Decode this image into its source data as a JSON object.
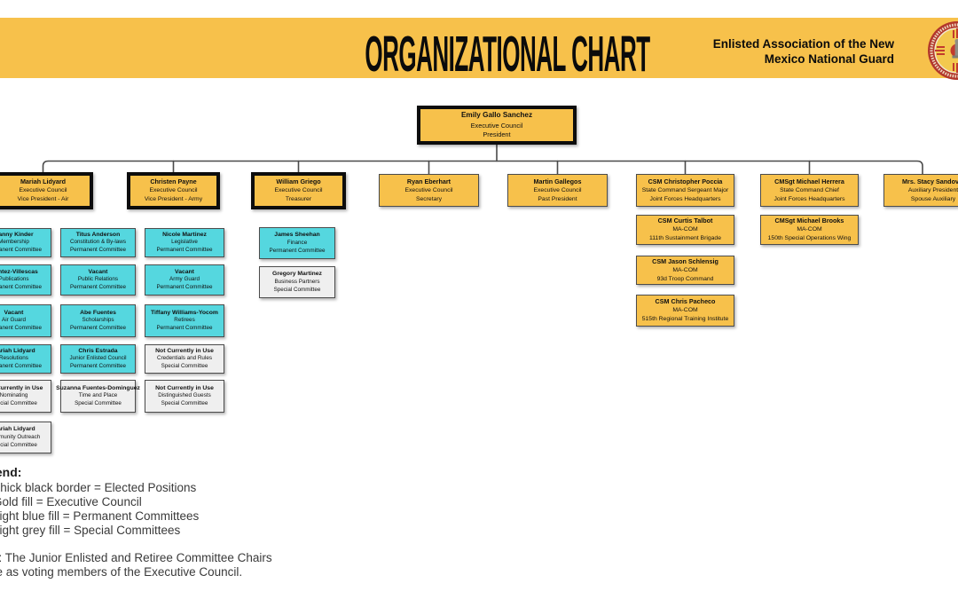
{
  "header": {
    "title": "ORGANIZATIONAL CHART",
    "org_name_line1": "Enlisted Association of the New",
    "org_name_line2": "Mexico National Guard",
    "logo": "eanmng-circular-seal"
  },
  "colors": {
    "header_band": "#F7C14B",
    "gold_fill": "#F7C14B",
    "light_blue_fill": "#55D7DF",
    "light_grey_fill": "#EFEFEF",
    "thick_border": "#0d0d0d",
    "thin_border": "#4C4C4C",
    "connector": "#4A4A4A",
    "seal_red": "#B2372C"
  },
  "boxes": {
    "president": {
      "l1": "Emily Gallo Sanchez",
      "l2": "Executive Council",
      "l3": "President"
    },
    "vp_air": {
      "l1": "Mariah Lidyard",
      "l2": "Executive Council",
      "l3": "Vice President - Air"
    },
    "vp_army": {
      "l1": "Christen Payne",
      "l2": "Executive Council",
      "l3": "Vice President - Army"
    },
    "treasurer": {
      "l1": "William Griego",
      "l2": "Executive Council",
      "l3": "Treasurer"
    },
    "secretary": {
      "l1": "Ryan Eberhart",
      "l2": "Executive Council",
      "l3": "Secretary"
    },
    "past_president": {
      "l1": "Martin Gallegos",
      "l2": "Executive Council",
      "l3": "Past President"
    },
    "state_csm": {
      "l1": "CSM Christopher Poccia",
      "l2": "State Command Sergeant Major",
      "l3": "Joint Forces Headquarters"
    },
    "state_chief": {
      "l1": "CMSgt Michael Herrera",
      "l2": "State Command Chief",
      "l3": "Joint Forces Headquarters"
    },
    "aux_president": {
      "l1": "Mrs. Stacy Sandoval",
      "l2": "Auxiliary President",
      "l3": "Spouse Auxiliary"
    },
    "membership": {
      "l1": "Danny Kinder",
      "l2": "Membership",
      "l3": "Permanent Committee"
    },
    "publications": {
      "l1": "Montez-Villescas",
      "l2": "Publications",
      "l3": "Permanent Committee"
    },
    "air_guard": {
      "l1": "Vacant",
      "l2": "Air Guard",
      "l3": "Permanent Committee"
    },
    "resolutions": {
      "l1": "Mariah Lidyard",
      "l2": "Resolutions",
      "l3": "Permanent Committee"
    },
    "nominating": {
      "l1": "Not Currently in Use",
      "l2": "Nominating",
      "l3": "Special Committee"
    },
    "community_outreach": {
      "l1": "Mariah Lidyard",
      "l2": "Community Outreach",
      "l3": "Special Committee"
    },
    "constitution": {
      "l1": "Titus Anderson",
      "l2": "Constitution & By-laws",
      "l3": "Permanent Committee"
    },
    "public_relations": {
      "l1": "Vacant",
      "l2": "Public Relations",
      "l3": "Permanent Committee"
    },
    "scholarships": {
      "l1": "Abe Fuentes",
      "l2": "Scholarships",
      "l3": "Permanent Committee"
    },
    "junior_enlisted": {
      "l1": "Chris Estrada",
      "l2": "Junior Enlisted Council",
      "l3": "Permanent Committee"
    },
    "time_and_place": {
      "l1": "Suzanna Fuentes-Dominguez",
      "l2": "Time and Place",
      "l3": "Special Committee"
    },
    "legislative": {
      "l1": "Nicole Martinez",
      "l2": "Legislative",
      "l3": "Permanent Committee"
    },
    "army_guard": {
      "l1": "Vacant",
      "l2": "Army Guard",
      "l3": "Permanent Committee"
    },
    "retirees": {
      "l1": "Tiffany Williams-Yocom",
      "l2": "Retirees",
      "l3": "Permanent Committee"
    },
    "credentials": {
      "l1": "Not Currently in Use",
      "l2": "Credentials and Rules",
      "l3": "Special Committee"
    },
    "distinguished_guests": {
      "l1": "Not Currently in Use",
      "l2": "Distinguished Guests",
      "l3": "Special Committee"
    },
    "finance": {
      "l1": "James Sheehan",
      "l2": "Finance",
      "l3": "Permanent Committee"
    },
    "business_partners": {
      "l1": "Gregory Martinez",
      "l2": "Business Partners",
      "l3": "Special Committee"
    },
    "macom_talbot": {
      "l1": "CSM Curtis Talbot",
      "l2": "MA-COM",
      "l3": "111th Sustainment Brigade"
    },
    "macom_schlensig": {
      "l1": "CSM Jason Schlensig",
      "l2": "MA-COM",
      "l3": "93d Troop Command"
    },
    "macom_pacheco": {
      "l1": "CSM Chris Pacheco",
      "l2": "MA-COM",
      "l3": "515th Regional Training Institute"
    },
    "macom_brooks": {
      "l1": "CMSgt Michael Brooks",
      "l2": "MA-COM",
      "l3": "150th Special Operations Wing"
    }
  },
  "legend": {
    "heading": "Legend:",
    "items": [
      "Thick black border = Elected Positions",
      "Gold fill = Executive Council",
      "Light blue fill = Permanent Committees",
      "Light grey fill = Special Committees"
    ],
    "note_lines": [
      "Note: The Junior Enlisted and Retiree Committee Chairs",
      "serve as voting members of the Executive Council."
    ]
  }
}
